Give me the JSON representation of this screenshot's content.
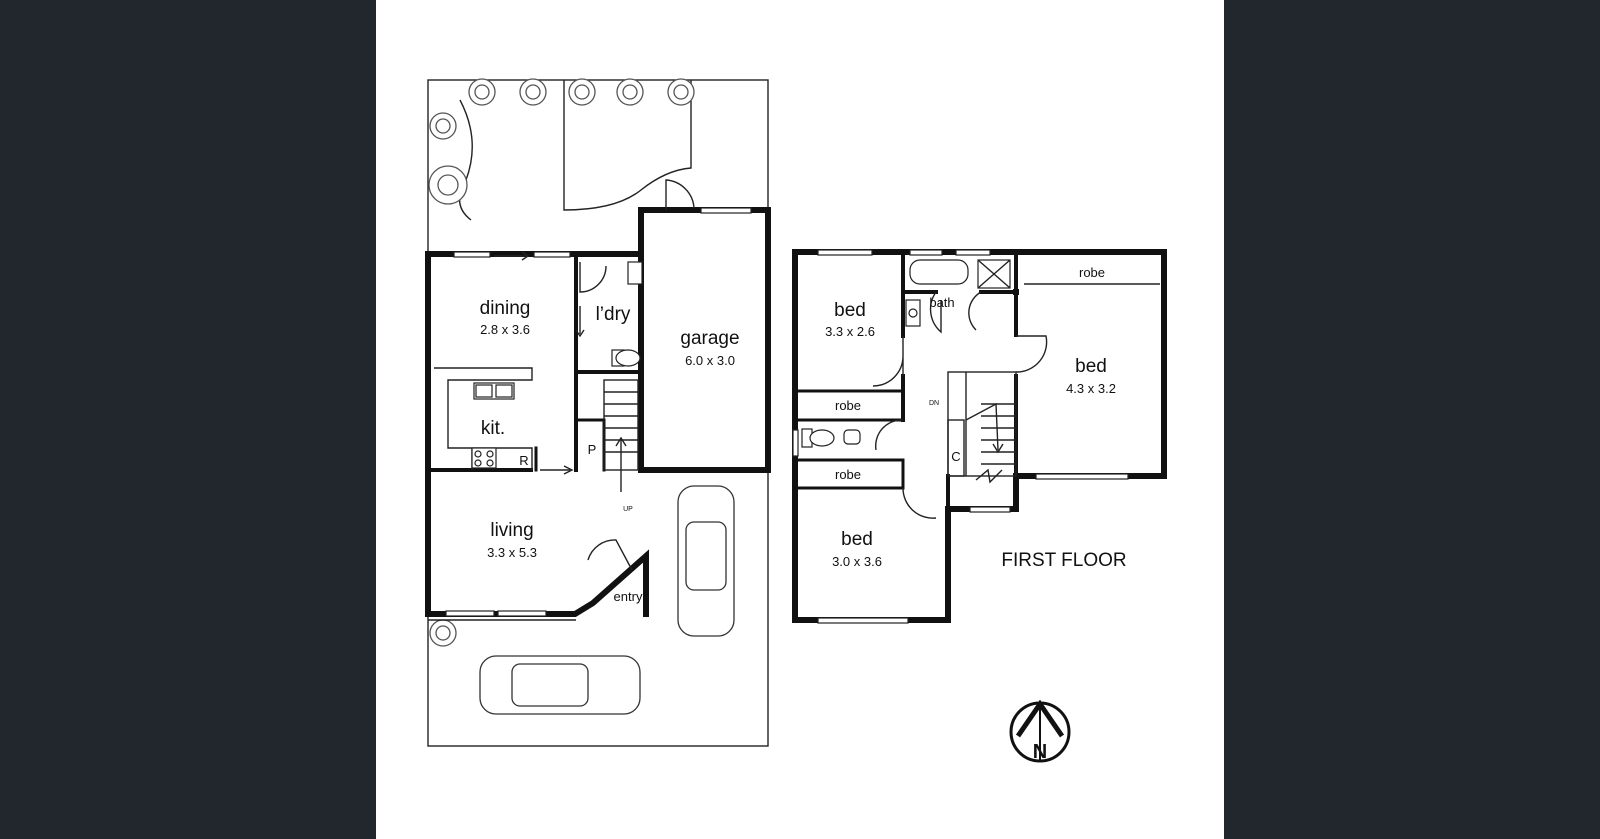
{
  "rooms": {
    "dining": {
      "name": "dining",
      "dim": "2.8 x 3.6"
    },
    "laundry": {
      "name": "l’dry"
    },
    "garage": {
      "name": "garage",
      "dim": "6.0 x 3.0"
    },
    "kitchen": {
      "name": "kit."
    },
    "fridge": "R",
    "pantry": "P",
    "stair_up": "UP",
    "living": {
      "name": "living",
      "dim": "3.3 x 5.3"
    },
    "entry": "entry",
    "bed1": {
      "name": "bed",
      "dim": "3.3 x 2.6"
    },
    "bath": "bath",
    "robe_master": "robe",
    "bed2": {
      "name": "bed",
      "dim": "4.3 x 3.2"
    },
    "robe1": "robe",
    "stair_dn": "DN",
    "cupboard": "C",
    "robe3": "robe",
    "bed3": {
      "name": "bed",
      "dim": "3.0 x 3.6"
    }
  },
  "floor_label": "FIRST FLOOR",
  "north_letter": "N",
  "icons": [
    "tree-icon",
    "car-icon",
    "north-arrow-icon",
    "sink-icon",
    "cooktop-icon",
    "toilet-icon",
    "bath-icon",
    "basin-icon",
    "shower-icon"
  ]
}
